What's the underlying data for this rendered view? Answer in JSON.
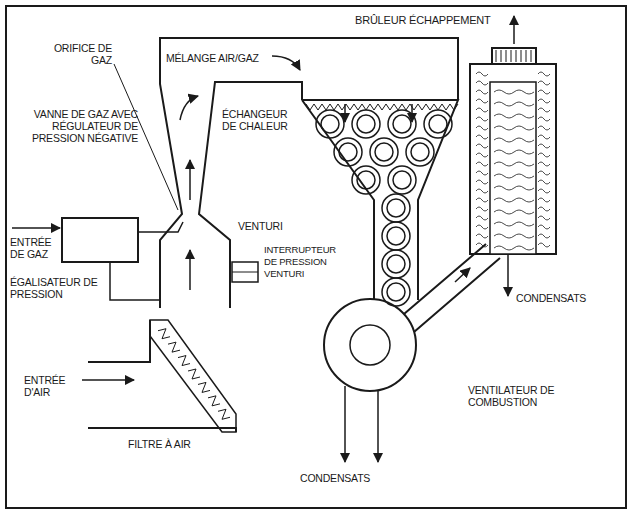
{
  "diagram": {
    "labels": [
      "BRÛLEUR ÉCHAPPEMENT",
      "ORIFICE DE GAZ",
      "MÉLANGE AIR/GAZ",
      "VANNE DE GAZ AVEC RÉGULATEUR DE PRESSION NÉGATIVE",
      "ÉCHANGEUR DE CHALEUR",
      "VENTURI",
      "ENTRÉE DE GAZ",
      "ÉGALISATEUR DE PRESSION",
      "INTERRUPTEUR DE PRESSION VENTURI",
      "CONDENSATS",
      "ENTRÉE D'AIR",
      "VENTILATEUR DE COMBUSTION",
      "FILTRE À AIR",
      "CONDENSATS"
    ]
  }
}
